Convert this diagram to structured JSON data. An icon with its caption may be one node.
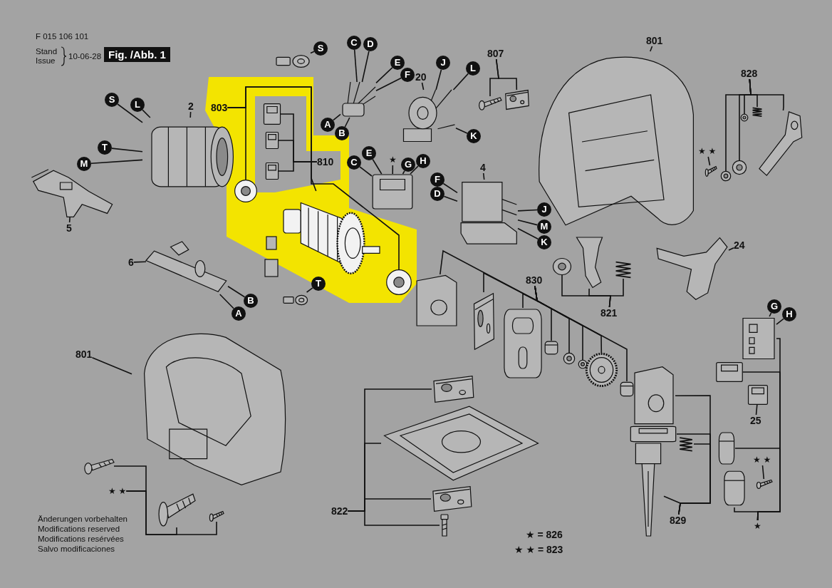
{
  "diagram": {
    "nodes": [
      {
        "text": [
          "2"
        ]
      },
      {
        "text": [],
        "shape": "picture"
      },
      {
        "text": [
          "S"
        ]
      },
      {
        "text": [
          "L"
        ]
      },
      {
        "text": [
          "T"
        ]
      },
      {
        "text": [
          "M"
        ]
      },
      {
        "text": [
          "5"
        ]
      },
      {
        "text": [],
        "shape": "picture"
      },
      {
        "text": [
          "6"
        ]
      },
      {
        "text": [],
        "shape": "picture"
      },
      {
        "text": [
          "B"
        ]
      },
      {
        "text": [
          "A"
        ]
      },
      {
        "text": [
          "803"
        ]
      },
      {
        "text": [],
        "shape": "picture"
      },
      {
        "text": [],
        "shape": "picture"
      },
      {
        "text": [],
        "shape": "picture"
      },
      {
        "text": [
          "810"
        ]
      },
      {
        "text": [],
        "shape": "picture"
      },
      {
        "text": [],
        "shape": "picture"
      },
      {
        "text": [],
        "shape": "picture"
      },
      {
        "text": [
          "T"
        ]
      },
      {
        "text": [],
        "shape": "picture"
      },
      {
        "text": [
          "S"
        ]
      },
      {
        "text": [],
        "shape": "picture"
      },
      {
        "text": [
          "C"
        ]
      },
      {
        "text": [
          "D"
        ]
      },
      {
        "text": [
          "E"
        ]
      },
      {
        "text": [
          "F"
        ]
      },
      {
        "text": [
          "A"
        ]
      },
      {
        "text": [
          "B"
        ]
      },
      {
        "text": [],
        "shape": "picture"
      },
      {
        "text": [
          "20"
        ]
      },
      {
        "text": [
          "J"
        ]
      },
      {
        "text": [
          "L"
        ]
      },
      {
        "text": [
          "K"
        ]
      },
      {
        "text": [],
        "shape": "picture"
      },
      {
        "text": [
          "C"
        ]
      },
      {
        "text": [
          "E"
        ]
      },
      {
        "text": [
          "★"
        ]
      },
      {
        "text": [
          "G"
        ]
      },
      {
        "text": [
          "H"
        ]
      },
      {
        "text": [],
        "shape": "picture"
      },
      {
        "text": [
          "4"
        ]
      },
      {
        "text": [
          "F"
        ]
      },
      {
        "text": [
          "D"
        ]
      },
      {
        "text": [
          "J"
        ]
      },
      {
        "text": [
          "M"
        ]
      },
      {
        "text": [
          "K"
        ]
      },
      {
        "text": [],
        "shape": "picture"
      },
      {
        "text": [
          "807"
        ]
      },
      {
        "text": [],
        "shape": "picture"
      },
      {
        "text": [],
        "shape": "picture"
      },
      {
        "text": [
          "801"
        ]
      },
      {
        "text": [],
        "shape": "picture"
      },
      {
        "text": [
          "828"
        ]
      },
      {
        "text": [],
        "shape": "picture"
      },
      {
        "text": [],
        "shape": "picture"
      },
      {
        "text": [],
        "shape": "picture"
      },
      {
        "text": [],
        "shape": "picture"
      },
      {
        "text": [],
        "shape": "picture"
      },
      {
        "text": [
          "★ ★"
        ]
      },
      {
        "text": [],
        "shape": "picture"
      },
      {
        "text": [
          "24"
        ]
      },
      {
        "text": [],
        "shape": "picture"
      },
      {
        "text": [
          "821"
        ]
      },
      {
        "text": [],
        "shape": "picture"
      },
      {
        "text": [],
        "shape": "picture"
      },
      {
        "text": [],
        "shape": "picture"
      },
      {
        "text": [
          "830"
        ]
      },
      {
        "text": [],
        "shape": "picture"
      },
      {
        "text": [],
        "shape": "picture"
      },
      {
        "text": [],
        "shape": "picture"
      },
      {
        "text": [],
        "shape": "picture"
      },
      {
        "text": [],
        "shape": "picture"
      },
      {
        "text": [],
        "shape": "picture"
      },
      {
        "text": [],
        "shape": "picture"
      },
      {
        "text": [],
        "shape": "picture"
      },
      {
        "text": [
          "801"
        ]
      },
      {
        "text": [],
        "shape": "picture"
      },
      {
        "text": [
          "★ ★"
        ]
      },
      {
        "text": [],
        "shape": "picture"
      },
      {
        "text": [],
        "shape": "picture"
      },
      {
        "text": [],
        "shape": "picture"
      },
      {
        "text": [
          "822"
        ]
      },
      {
        "text": [],
        "shape": "picture"
      },
      {
        "text": [],
        "shape": "picture"
      },
      {
        "text": [],
        "shape": "picture"
      },
      {
        "text": [],
        "shape": "picture"
      },
      {
        "text": [
          "829"
        ]
      },
      {
        "text": [],
        "shape": "picture"
      },
      {
        "text": [],
        "shape": "picture"
      },
      {
        "text": [],
        "shape": "picture"
      },
      {
        "text": [],
        "shape": "picture"
      },
      {
        "text": [
          "G"
        ]
      },
      {
        "text": [
          "H"
        ]
      },
      {
        "text": [],
        "shape": "picture"
      },
      {
        "text": [
          "25"
        ]
      },
      {
        "text": [],
        "shape": "picture"
      },
      {
        "text": [
          "★"
        ]
      },
      {
        "text": [],
        "shape": "picture"
      },
      {
        "text": [],
        "shape": "picture"
      },
      {
        "text": [],
        "shape": "picture"
      },
      {
        "text": [
          "★ ★"
        ]
      },
      {
        "text": [],
        "shape": "picture"
      }
    ],
    "edges": [
      {
        "from": 0,
        "to": 1,
        "arrow": "none"
      },
      {
        "from": 2,
        "to": 1,
        "arrow": "none"
      },
      {
        "from": 3,
        "to": 1,
        "arrow": "none"
      },
      {
        "from": 4,
        "to": 1,
        "arrow": "none"
      },
      {
        "from": 5,
        "to": 1,
        "arrow": "none"
      },
      {
        "from": 6,
        "to": 7,
        "arrow": "none"
      },
      {
        "from": 8,
        "to": 9,
        "arrow": "none"
      },
      {
        "from": 10,
        "to": 9,
        "arrow": "none"
      },
      {
        "from": 11,
        "to": 9,
        "arrow": "none"
      },
      {
        "from": 12,
        "to": 14,
        "arrow": "none"
      },
      {
        "from": 12,
        "to": 13,
        "arrow": "none"
      },
      {
        "from": 12,
        "to": 15,
        "arrow": "none"
      },
      {
        "from": 16,
        "to": 17,
        "arrow": "none"
      },
      {
        "from": 16,
        "to": 18,
        "arrow": "none"
      },
      {
        "from": 16,
        "to": 19,
        "arrow": "none"
      },
      {
        "from": 20,
        "to": 21,
        "arrow": "none"
      },
      {
        "from": 22,
        "to": 23,
        "arrow": "none"
      },
      {
        "from": 24,
        "to": 30,
        "arrow": "none"
      },
      {
        "from": 25,
        "to": 30,
        "arrow": "none"
      },
      {
        "from": 26,
        "to": 30,
        "arrow": "none"
      },
      {
        "from": 27,
        "to": 30,
        "arrow": "none"
      },
      {
        "from": 28,
        "to": 30,
        "arrow": "none"
      },
      {
        "from": 29,
        "to": 30,
        "arrow": "none"
      },
      {
        "from": 31,
        "to": 35,
        "arrow": "none"
      },
      {
        "from": 32,
        "to": 35,
        "arrow": "none"
      },
      {
        "from": 33,
        "to": 35,
        "arrow": "none"
      },
      {
        "from": 34,
        "to": 35,
        "arrow": "none"
      },
      {
        "from": 36,
        "to": 41,
        "arrow": "none"
      },
      {
        "from": 37,
        "to": 41,
        "arrow": "none"
      },
      {
        "from": 38,
        "to": 41,
        "arrow": "none"
      },
      {
        "from": 39,
        "to": 41,
        "arrow": "none"
      },
      {
        "from": 40,
        "to": 41,
        "arrow": "none"
      },
      {
        "from": 42,
        "to": 48,
        "arrow": "none"
      },
      {
        "from": 43,
        "to": 48,
        "arrow": "none"
      },
      {
        "from": 44,
        "to": 48,
        "arrow": "none"
      },
      {
        "from": 45,
        "to": 48,
        "arrow": "none"
      },
      {
        "from": 46,
        "to": 48,
        "arrow": "none"
      },
      {
        "from": 47,
        "to": 48,
        "arrow": "none"
      },
      {
        "from": 49,
        "to": 50,
        "arrow": "none"
      },
      {
        "from": 49,
        "to": 51,
        "arrow": "none"
      },
      {
        "from": 52,
        "to": 53,
        "arrow": "none"
      },
      {
        "from": 54,
        "to": 55,
        "arrow": "none"
      },
      {
        "from": 54,
        "to": 56,
        "arrow": "none"
      },
      {
        "from": 54,
        "to": 57,
        "arrow": "none"
      },
      {
        "from": 54,
        "to": 58,
        "arrow": "none"
      },
      {
        "from": 54,
        "to": 59,
        "arrow": "none"
      },
      {
        "from": 60,
        "to": 61,
        "arrow": "none"
      },
      {
        "from": 62,
        "to": 63,
        "arrow": "none"
      },
      {
        "from": 64,
        "to": 65,
        "arrow": "none"
      },
      {
        "from": 64,
        "to": 66,
        "arrow": "none"
      },
      {
        "from": 64,
        "to": 67,
        "arrow": "none"
      },
      {
        "from": 68,
        "to": 69,
        "arrow": "none"
      },
      {
        "from": 68,
        "to": 70,
        "arrow": "none"
      },
      {
        "from": 68,
        "to": 71,
        "arrow": "none"
      },
      {
        "from": 68,
        "to": 72,
        "arrow": "none"
      },
      {
        "from": 68,
        "to": 73,
        "arrow": "none"
      },
      {
        "from": 68,
        "to": 74,
        "arrow": "none"
      },
      {
        "from": 68,
        "to": 75,
        "arrow": "none"
      },
      {
        "from": 68,
        "to": 76,
        "arrow": "none"
      },
      {
        "from": 77,
        "to": 78,
        "arrow": "none"
      },
      {
        "from": 79,
        "to": 80,
        "arrow": "none"
      },
      {
        "from": 79,
        "to": 81,
        "arrow": "none"
      },
      {
        "from": 79,
        "to": 82,
        "arrow": "none"
      },
      {
        "from": 83,
        "to": 84,
        "arrow": "none"
      },
      {
        "from": 83,
        "to": 85,
        "arrow": "none"
      },
      {
        "from": 83,
        "to": 86,
        "arrow": "none"
      },
      {
        "from": 83,
        "to": 87,
        "arrow": "none"
      },
      {
        "from": 88,
        "to": 89,
        "arrow": "none"
      },
      {
        "from": 88,
        "to": 90,
        "arrow": "none"
      },
      {
        "from": 88,
        "to": 91,
        "arrow": "none"
      },
      {
        "from": 88,
        "to": 92,
        "arrow": "none"
      },
      {
        "from": 93,
        "to": 95,
        "arrow": "none"
      },
      {
        "from": 94,
        "to": 95,
        "arrow": "none"
      },
      {
        "from": 96,
        "to": 97,
        "arrow": "none"
      },
      {
        "from": 98,
        "to": 95,
        "arrow": "none"
      },
      {
        "from": 98,
        "to": 99,
        "arrow": "none"
      },
      {
        "from": 98,
        "to": 100,
        "arrow": "none"
      },
      {
        "from": 98,
        "to": 101,
        "arrow": "none"
      },
      {
        "from": 102,
        "to": 103,
        "arrow": "none"
      }
    ],
    "labels": [
      "F 015 106 101",
      "Stand",
      "Issue",
      "10-06-28",
      "Fig. /Abb. 1",
      "Änderungen vorbehalten",
      "Modifications reserved",
      "Modifications resérvées",
      "Salvo modificaciones",
      "★ = 826",
      "★ ★ = 823"
    ]
  }
}
